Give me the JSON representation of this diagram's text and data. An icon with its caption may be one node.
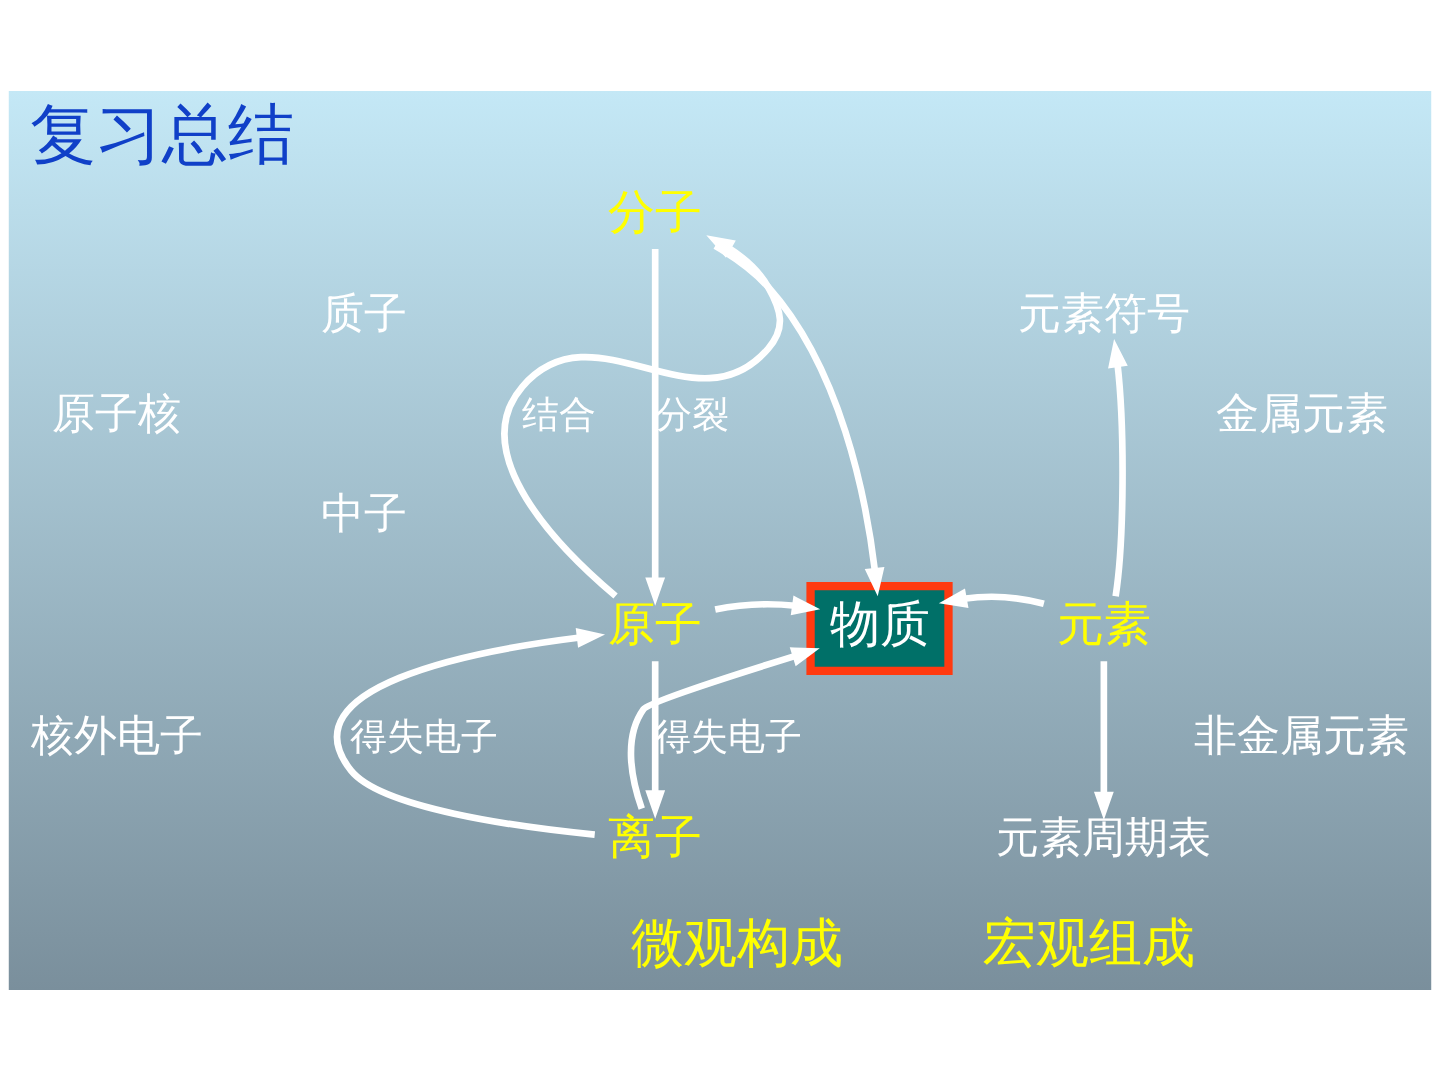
{
  "diagram": {
    "title": "复习总结",
    "nodes": [
      {
        "text": [
          "分子"
        ]
      },
      {
        "text": [
          "元素符号"
        ]
      },
      {
        "text": [
          "质子"
        ]
      },
      {
        "text": [
          "原子核"
        ]
      },
      {
        "text": [
          "金属元素"
        ]
      },
      {
        "text": [
          "中子"
        ]
      },
      {
        "text": [
          "原子"
        ]
      },
      {
        "text": [
          "物质"
        ]
      },
      {
        "text": [
          "元素"
        ]
      },
      {
        "text": [
          "核外电子"
        ]
      },
      {
        "text": [
          "非金属元素"
        ]
      },
      {
        "text": [
          "元素周期表"
        ]
      },
      {
        "text": [
          "离子"
        ]
      }
    ],
    "edges": [
      {
        "from": 0,
        "to": 6,
        "arrow": "to",
        "label": "分裂"
      },
      {
        "from": 6,
        "to": 0,
        "arrow": "to",
        "label": "结合"
      },
      {
        "from": 0,
        "to": 7,
        "arrow": "to"
      },
      {
        "from": 6,
        "to": 7,
        "arrow": "to"
      },
      {
        "from": 6,
        "to": 12,
        "arrow": "to",
        "label": "得失电子"
      },
      {
        "from": 12,
        "to": 6,
        "arrow": "to",
        "label": "得失电子"
      },
      {
        "from": 12,
        "to": 7,
        "arrow": "to"
      },
      {
        "from": 8,
        "to": 7,
        "arrow": "to"
      },
      {
        "from": 8,
        "to": 1,
        "arrow": "to"
      },
      {
        "from": 8,
        "to": 11,
        "arrow": "to"
      }
    ],
    "labels": [
      "微观构成",
      "宏观组成"
    ]
  }
}
